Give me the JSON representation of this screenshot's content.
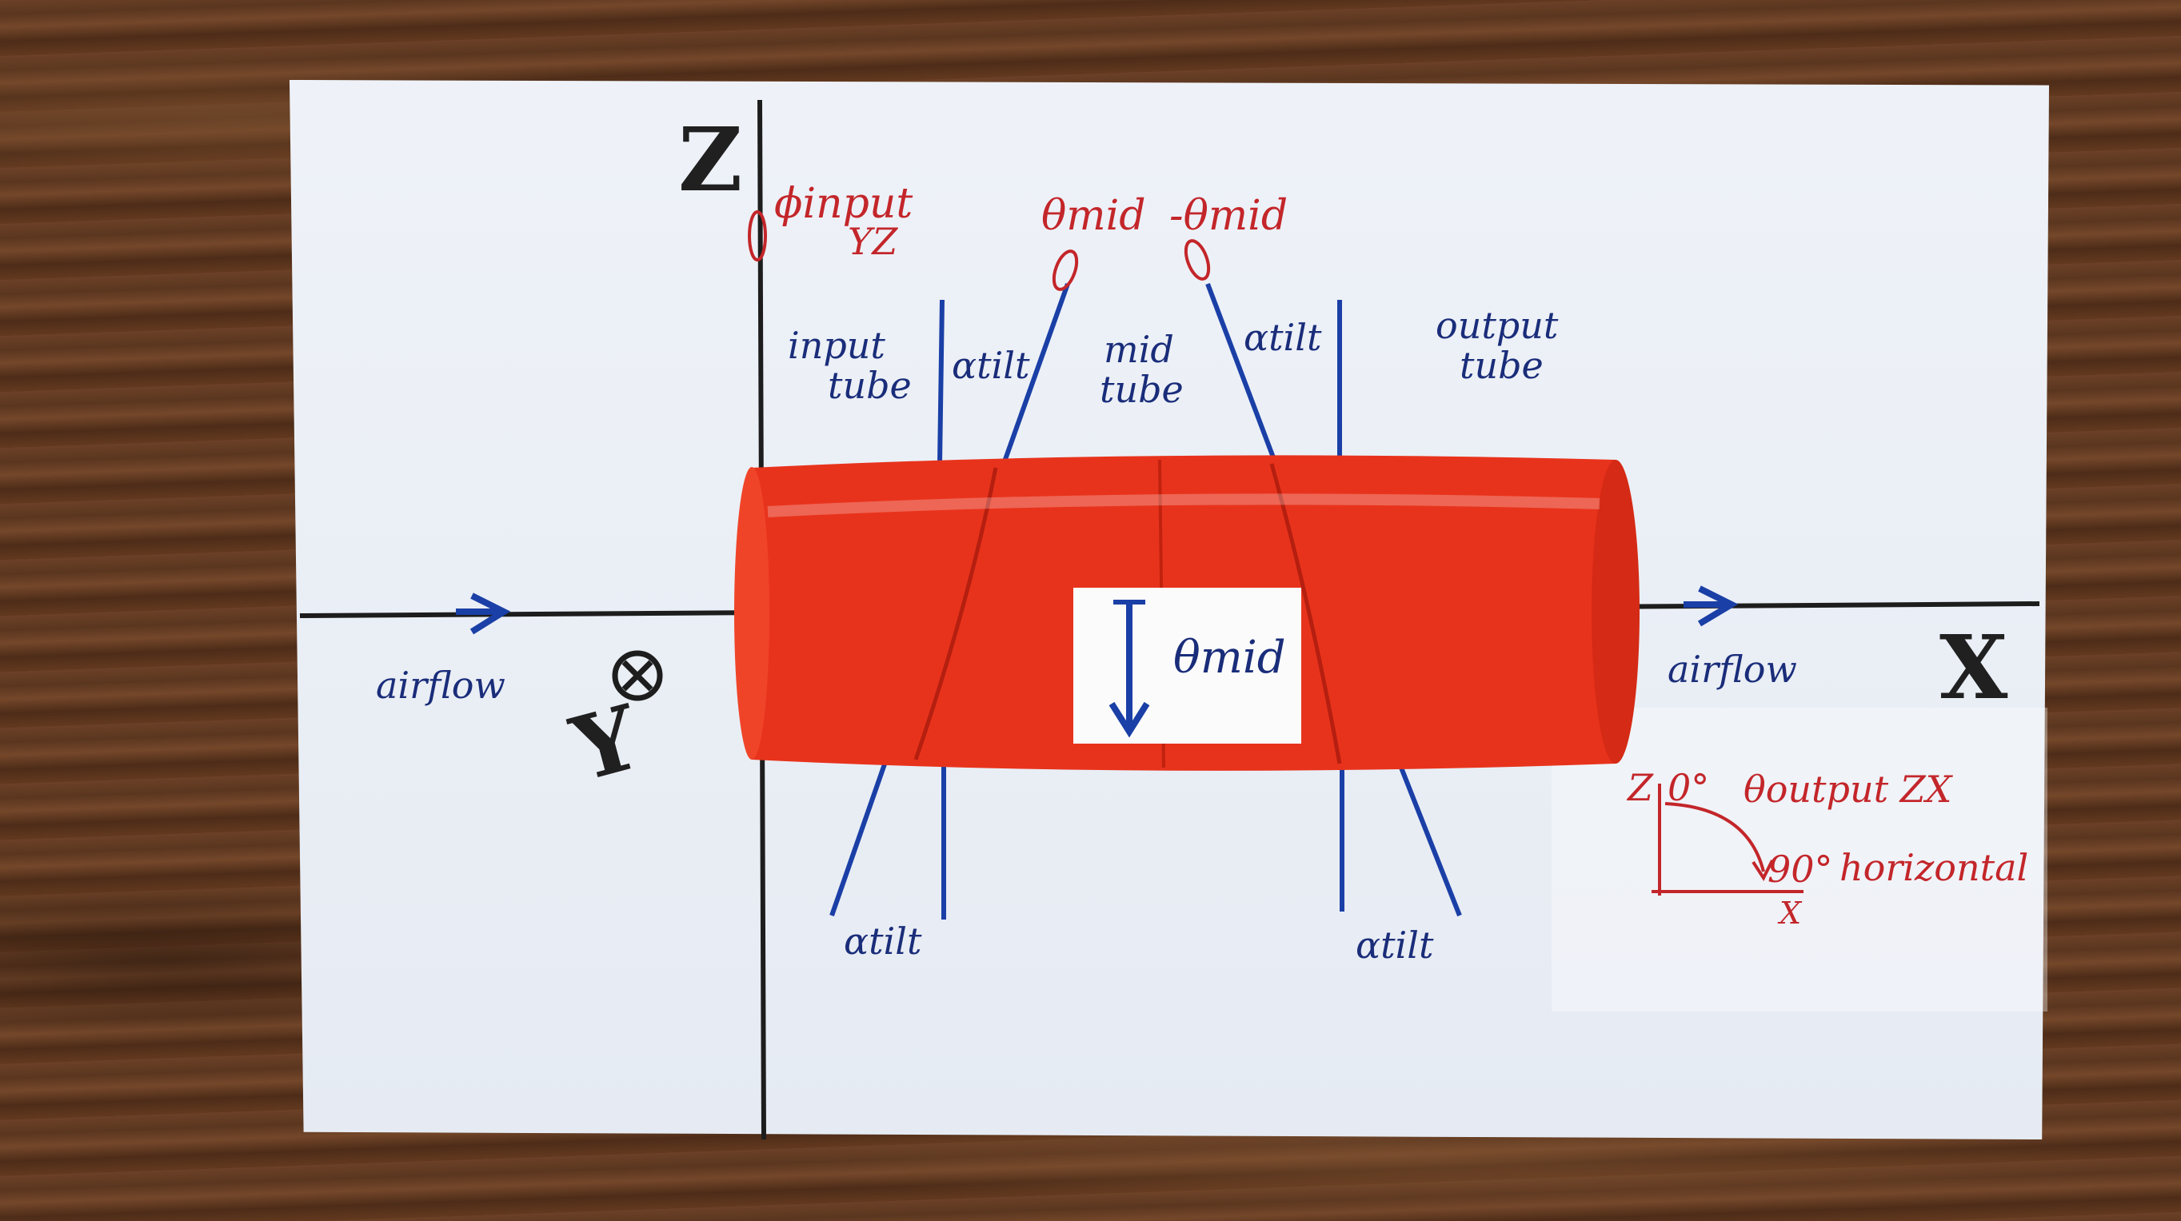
{
  "axes": {
    "z": "Z",
    "x": "X",
    "y": "Y"
  },
  "labels": {
    "phi_input": "ϕinput",
    "phi_input_sub": "YZ",
    "theta_mid": "θmid",
    "neg_theta_mid": "-θmid",
    "input_tube_1": "input",
    "input_tube_2": "tube",
    "mid_tube_1": "mid",
    "mid_tube_2": "tube",
    "output_tube_1": "output",
    "output_tube_2": "tube",
    "alpha_tilt": "αtilt",
    "airflow_left": "airflow",
    "airflow_right": "airflow",
    "sticker_theta": "θmid"
  },
  "inset": {
    "z_label": "Z",
    "zero_deg": "0°",
    "ninety_deg": "90°",
    "x_label": "X",
    "theta_output": "θoutput ZX",
    "horizontal": "horizontal"
  },
  "colors": {
    "tube": "#e8331c",
    "blue_ink": "#1a3fa6",
    "red_ink": "#c3262a",
    "black_ink": "#202020"
  }
}
